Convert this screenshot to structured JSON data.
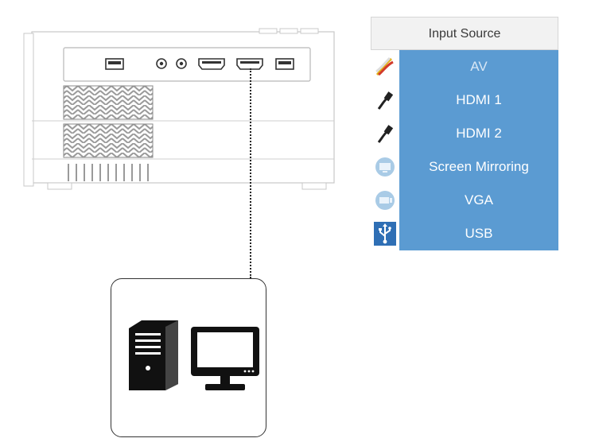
{
  "menu": {
    "title": "Input Source",
    "items": [
      {
        "label": "AV",
        "icon": "av-cable-icon"
      },
      {
        "label": "HDMI 1",
        "icon": "hdmi-cable-icon"
      },
      {
        "label": "HDMI 2",
        "icon": "hdmi-cable-icon"
      },
      {
        "label": "Screen Mirroring",
        "icon": "screen-mirroring-icon"
      },
      {
        "label": "VGA",
        "icon": "vga-icon"
      },
      {
        "label": "USB",
        "icon": "usb-icon"
      }
    ],
    "colors": {
      "list_background": "#5b9bd2",
      "header_background": "#f2f2f2",
      "item_text": "#ffffff",
      "usb_icon_background": "#2f6fb5"
    }
  },
  "diagram": {
    "devices": [
      "projector-rear-panel",
      "desktop-pc-tower",
      "computer-monitor"
    ],
    "connection": "hdmi-port-to-computer",
    "line_style": "dotted"
  }
}
